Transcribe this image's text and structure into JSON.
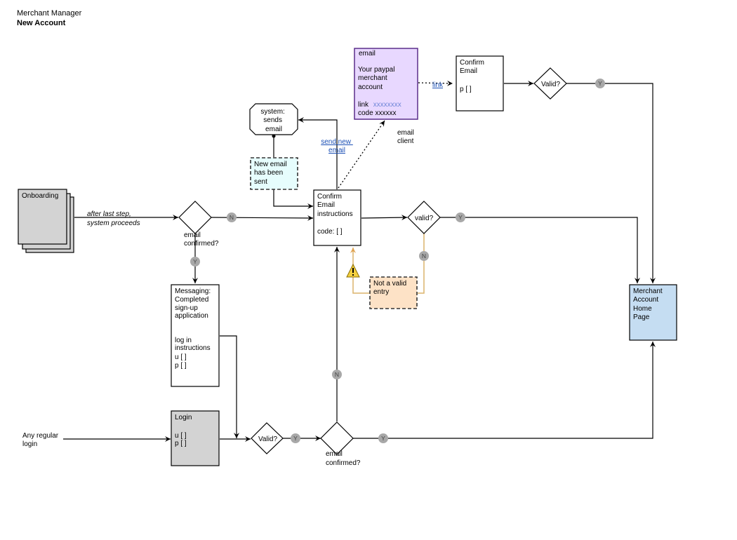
{
  "header": {
    "app": "Merchant Manager",
    "page": "New Account"
  },
  "colors": {
    "gray_fill": "#d3d3d3",
    "email_fill": "#e8d8ff",
    "email_border": "#5a2d8a",
    "cyan_fill": "#e6fdfd",
    "error_fill": "#fde2c6",
    "home_fill": "#c5ddf2",
    "error_line": "#dcb36b",
    "badge_fill": "#a8a8a8"
  },
  "nodes": {
    "onboarding": "Onboarding",
    "flow_note": [
      "after last step,",
      "system proceeds"
    ],
    "email_confirmed_top": [
      "email",
      "confirmed?"
    ],
    "messaging": [
      "Messaging:",
      "Completed",
      "sign-up",
      "application"
    ],
    "messaging_login": [
      "log in",
      "instructions",
      "u [   ]",
      "p [   ]"
    ],
    "login_title": "Login",
    "login_fields": [
      "u [   ]",
      "p [   ]"
    ],
    "regular_login": [
      "Any regular",
      "login"
    ],
    "valid_bottom": "Valid?",
    "email_confirmed_bottom": [
      "email",
      "confirmed?"
    ],
    "confirm_instructions": [
      "Confirm",
      "Email",
      "instructions"
    ],
    "confirm_code": "code: [    ]",
    "system_sends": [
      "system:",
      "sends",
      "email"
    ],
    "new_email_sent": [
      "New email",
      "has been",
      "sent"
    ],
    "send_new_email": [
      "send new",
      "email"
    ],
    "email_box_title": "email",
    "email_box_body": [
      "Your paypal",
      "merchant",
      "account"
    ],
    "email_link_label": "link",
    "email_link_value": "xxxxxxxx",
    "email_code": "code xxxxxx",
    "email_client": [
      "email",
      "client"
    ],
    "link_label": "link",
    "confirm_email": [
      "Confirm",
      "Email"
    ],
    "confirm_email_p": "p [    ]",
    "valid_top": "Valid?",
    "valid_mid": "valid?",
    "not_valid": [
      "Not a valid",
      "entry"
    ],
    "home_page": [
      "Merchant",
      "Account",
      "Home",
      "Page"
    ]
  },
  "badges": {
    "yes": "Y",
    "no": "N"
  }
}
